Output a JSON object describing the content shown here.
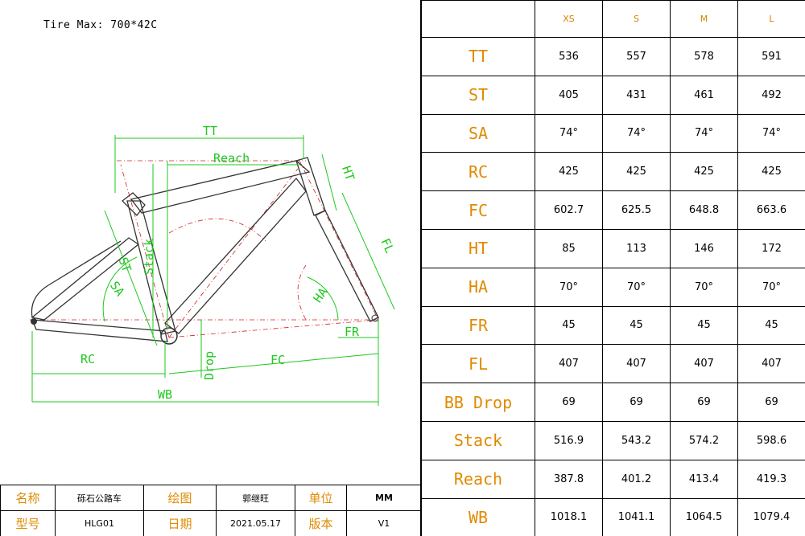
{
  "tire_max": "Tire Max: 700*42C",
  "geometry_labels": {
    "tt": "TT",
    "reach": "Reach",
    "ht": "HT",
    "stack": "Stack",
    "st": "ST",
    "sa": "SA",
    "fl": "FL",
    "ha": "HA",
    "fr": "FR",
    "rc": "RC",
    "drop": "Drop",
    "fc": "FC",
    "wb": "WB"
  },
  "table": {
    "sizes": [
      "XS",
      "S",
      "M",
      "L"
    ],
    "rows": [
      {
        "label": "TT",
        "values": [
          "536",
          "557",
          "578",
          "591"
        ]
      },
      {
        "label": "ST",
        "values": [
          "405",
          "431",
          "461",
          "492"
        ]
      },
      {
        "label": "SA",
        "values": [
          "74°",
          "74°",
          "74°",
          "74°"
        ]
      },
      {
        "label": "RC",
        "values": [
          "425",
          "425",
          "425",
          "425"
        ]
      },
      {
        "label": "FC",
        "values": [
          "602.7",
          "625.5",
          "648.8",
          "663.6"
        ]
      },
      {
        "label": "HT",
        "values": [
          "85",
          "113",
          "146",
          "172"
        ]
      },
      {
        "label": "HA",
        "values": [
          "70°",
          "70°",
          "70°",
          "70°"
        ]
      },
      {
        "label": "FR",
        "values": [
          "45",
          "45",
          "45",
          "45"
        ]
      },
      {
        "label": "FL",
        "values": [
          "407",
          "407",
          "407",
          "407"
        ]
      },
      {
        "label": "BB Drop",
        "values": [
          "69",
          "69",
          "69",
          "69"
        ]
      },
      {
        "label": "Stack",
        "values": [
          "516.9",
          "543.2",
          "574.2",
          "598.6"
        ]
      },
      {
        "label": "Reach",
        "values": [
          "387.8",
          "401.2",
          "413.4",
          "419.3"
        ]
      },
      {
        "label": "WB",
        "values": [
          "1018.1",
          "1041.1",
          "1064.5",
          "1079.4"
        ]
      }
    ]
  },
  "title_block": {
    "name_label": "名称",
    "name_value": "砾石公路车",
    "drawn_label": "绘图",
    "drawn_value": "郭继旺",
    "unit_label": "单位",
    "unit_value": "MM",
    "model_label": "型号",
    "model_value": "HLG01",
    "date_label": "日期",
    "date_value": "2021.05.17",
    "version_label": "版本",
    "version_value": "V1"
  },
  "colors": {
    "dimension": "#1ec81e",
    "centerline": "#d42020",
    "label": "#e08a00",
    "frame": "#333333"
  }
}
